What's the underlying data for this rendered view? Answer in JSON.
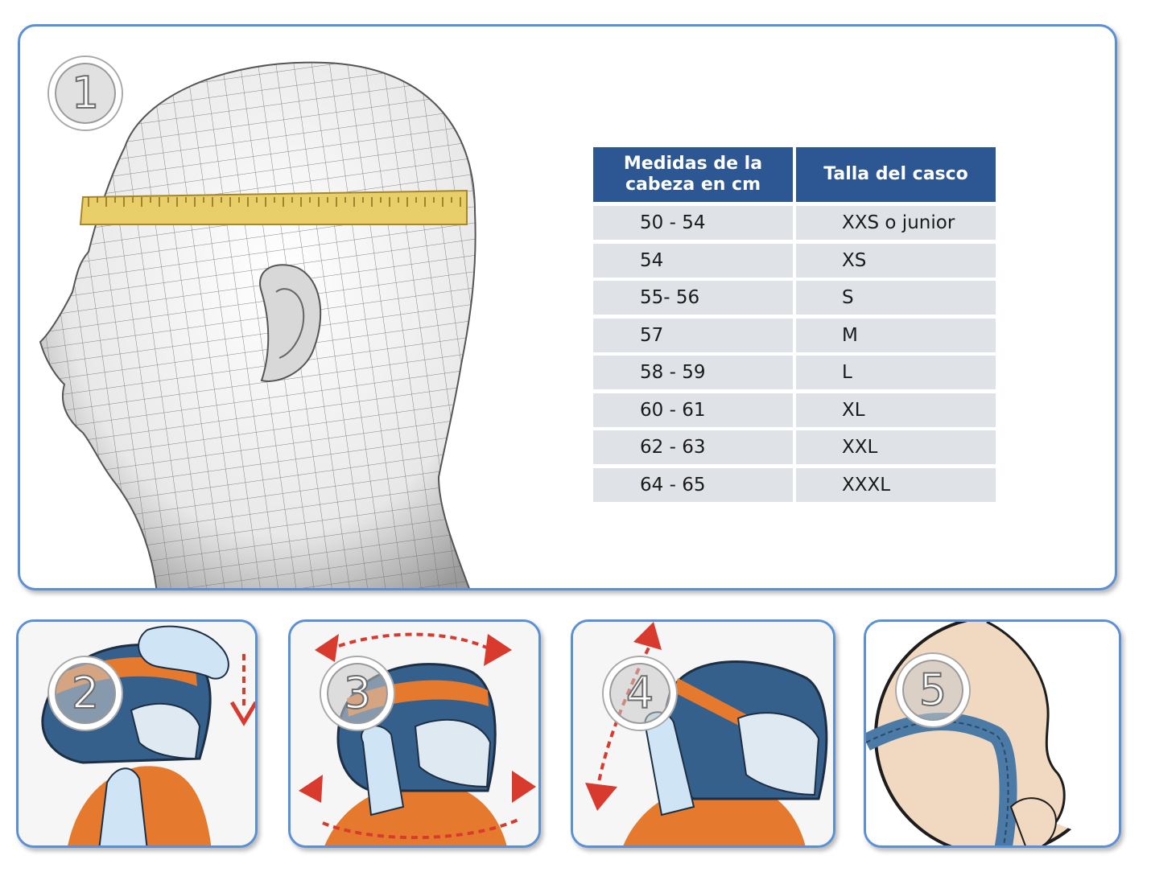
{
  "steps": [
    "1",
    "2",
    "3",
    "4",
    "5"
  ],
  "size_table": {
    "headers": [
      "Medidas de la cabeza en cm",
      "Talla del casco"
    ],
    "rows": [
      {
        "measure": "50 - 54",
        "size": "XXS o junior"
      },
      {
        "measure": "54",
        "size": "XS"
      },
      {
        "measure": "55- 56",
        "size": "S"
      },
      {
        "measure": "57",
        "size": "M"
      },
      {
        "measure": "58 - 59",
        "size": "L"
      },
      {
        "measure": "60 - 61",
        "size": "XL"
      },
      {
        "measure": "62 - 63",
        "size": "XXL"
      },
      {
        "measure": "64 - 65",
        "size": "XXXL"
      }
    ]
  },
  "colors": {
    "panel_border": "#5b8fd6",
    "table_header": "#2c5793",
    "table_row": "#dfe3e8",
    "tape": "#e8cf6a",
    "helmet_blue": "#35608c",
    "helmet_orange": "#e57a2f",
    "arrow_red": "#d83a2e",
    "glove": "#cfe4f4",
    "skin": "#f0d9c0"
  }
}
